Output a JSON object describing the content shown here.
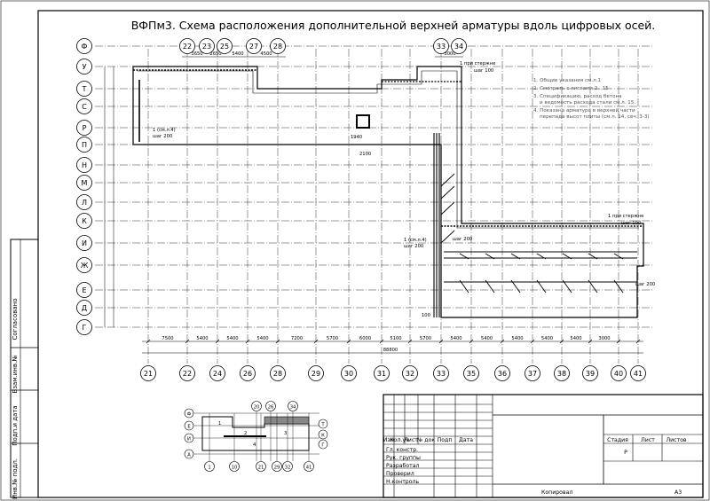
{
  "title": "ВФПм3. Схема расположения дополнительной верхней арматуры вдоль цифровых осей.",
  "axes_top": [
    "22",
    "23",
    "25",
    "27",
    "28",
    "33",
    "34"
  ],
  "axes_top_dims": [
    "3650",
    "2650",
    "5400",
    "4500",
    "3000"
  ],
  "axes_left": [
    "Ф",
    "У",
    "Т",
    "С",
    "Р",
    "П",
    "Н",
    "М",
    "Л",
    "К",
    "И",
    "Ж",
    "Е",
    "Д",
    "Г"
  ],
  "axes_bottom": [
    "21",
    "22",
    "24",
    "26",
    "28",
    "29",
    "30",
    "31",
    "32",
    "33",
    "35",
    "36",
    "37",
    "38",
    "39",
    "40",
    "41"
  ],
  "axes_bottom_dims": [
    "7500",
    "5400",
    "5400",
    "5400",
    "7200",
    "5700",
    "6000",
    "5100",
    "5700",
    "5400",
    "5400",
    "5400",
    "5400",
    "5400",
    "3000"
  ],
  "overall_dim": "88800",
  "notes": [
    "1. Общие указания см.л.1",
    "2. Смотреть с листами 2...15",
    "3. Спецификацию, расход бетона",
    "и ведомость расхода стали см.л. 15.",
    "4. Показана арматура в верхней части",
    "перепада высот плиты (см.л. 14, сеч. 3-3)"
  ],
  "callouts": {
    "top_step": "1 при стержне",
    "top_step_b": "шаг 100",
    "right_step": "1 при стержне",
    "right_step_b": "шаг 100",
    "left_marker": "1 (см.л.4)",
    "left_marker_b": "шаг 200",
    "mid_marker": "1 (см.л.4)",
    "mid_marker_b": "шаг 200",
    "step200": "шаг 200",
    "step200b": "шаг 200",
    "rebar": "2100",
    "rebar_b": "100",
    "rebar_c": "1940"
  },
  "keyplan": {
    "rows_left": [
      "Ф",
      "Е",
      "И",
      "А"
    ],
    "rows_right": [
      "Т",
      "К",
      "Г"
    ],
    "cols_top": [
      "20",
      "26",
      "34"
    ],
    "cols_bottom": [
      "1",
      "10",
      "21",
      "29",
      "32",
      "41"
    ],
    "regions": [
      "1",
      "2",
      "3",
      "4"
    ]
  },
  "sidebar": {
    "fields": [
      "Согласовано",
      "Взам.инв.№",
      "Подп.и дата",
      "Инв.№ подл."
    ]
  },
  "title_block": {
    "head": [
      "Изм",
      "Кол.уч",
      "Лист",
      "№ док",
      "Подп",
      "Дата"
    ],
    "roles": [
      "Гл. констр.",
      "Рук. группы",
      "Разработал",
      "Проверил",
      "Н.контроль"
    ],
    "stage_headers": [
      "Стадия",
      "Лист",
      "Листов"
    ],
    "stage_value": "Р",
    "copy_label": "Копировал",
    "format_label": "А3"
  }
}
